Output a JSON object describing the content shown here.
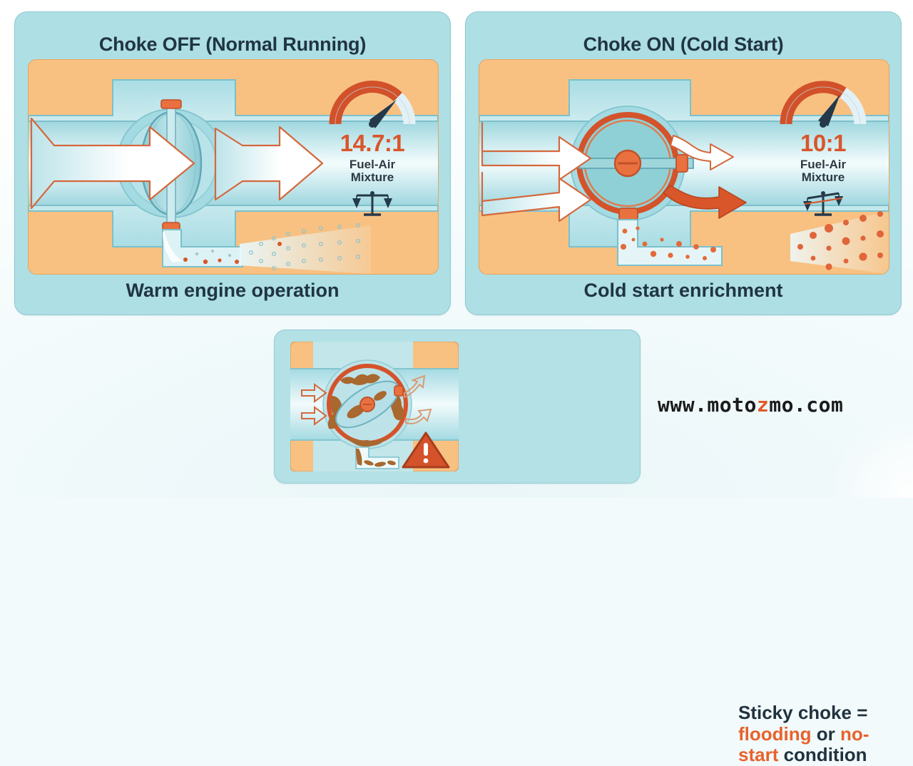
{
  "background_color": "#f2fafb",
  "palette": {
    "panel_fill": "#addfe4",
    "panel_border": "#8fc9d2",
    "diagram_fill": "#f8c182",
    "diagram_border": "#e7a45f",
    "accent_orange": "#e8622c",
    "accent_red": "#cf4f26",
    "text_dark": "#203444",
    "gauge_cold": "#dff1f6",
    "rust_brown": "#a8682f"
  },
  "panels": {
    "left": {
      "title": "Choke OFF (Normal Running)",
      "caption": "Warm engine operation",
      "gauge": {
        "ratio": "14.7:1",
        "mixture_line1": "Fuel-Air",
        "mixture_line2": "Mixture",
        "needle_angle_deg": 40,
        "arc_fill_pct": 72,
        "scale_tilt_deg": 0,
        "scale_icon": "balance-scale-icon"
      },
      "airflow_arrows": 2,
      "spray_type": "lean-mist",
      "plate_state": "open"
    },
    "right": {
      "title": "Choke ON (Cold Start)",
      "caption": "Cold start enrichment",
      "gauge": {
        "ratio": "10:1",
        "mixture_line1": "Fuel-Air",
        "mixture_line2": "Mixture",
        "needle_angle_deg": 62,
        "arc_fill_pct": 66,
        "scale_tilt_deg": -9,
        "scale_icon": "balance-scale-icon"
      },
      "airflow_arrows": 2,
      "spray_type": "rich-droplets",
      "plate_state": "closed"
    },
    "bottom": {
      "text_parts": [
        {
          "text": "Sticky choke =",
          "highlight": false
        },
        {
          "text": "flooding",
          "highlight": true
        },
        {
          "text": " or ",
          "highlight": false
        },
        {
          "text": "no-start",
          "highlight": true
        },
        {
          "text": " condition",
          "highlight": false
        }
      ],
      "text_plain": "Sticky choke = flooding or no-start condition",
      "warning_icon": "warning-triangle-icon",
      "plate_state": "stuck-gummed"
    }
  },
  "watermark": {
    "prefix": "www.moto",
    "accent_char": "z",
    "suffix": "mo.com",
    "full": "www.motozmo.com",
    "accent_color": "#e05a29"
  }
}
